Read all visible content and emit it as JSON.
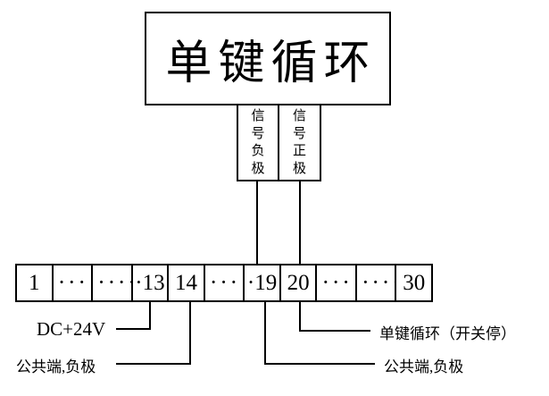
{
  "device_box": {
    "label": "单键循环"
  },
  "signal_boxes": {
    "negative": {
      "label": "信号负极"
    },
    "positive": {
      "label": "信号正极"
    }
  },
  "terminal_strip": {
    "cells": [
      "1",
      "···",
      "·····",
      "·13",
      "14",
      "···",
      "·19",
      "20",
      "···",
      "·····",
      "30"
    ]
  },
  "callouts": {
    "dc24v": "DC+24V",
    "common_negative_left": "公共端,负极",
    "single_key_cycle_stop": "单键循环（开关停）",
    "common_negative_right": "公共端,负极"
  },
  "colors": {
    "line": "#000000",
    "background": "#ffffff"
  }
}
